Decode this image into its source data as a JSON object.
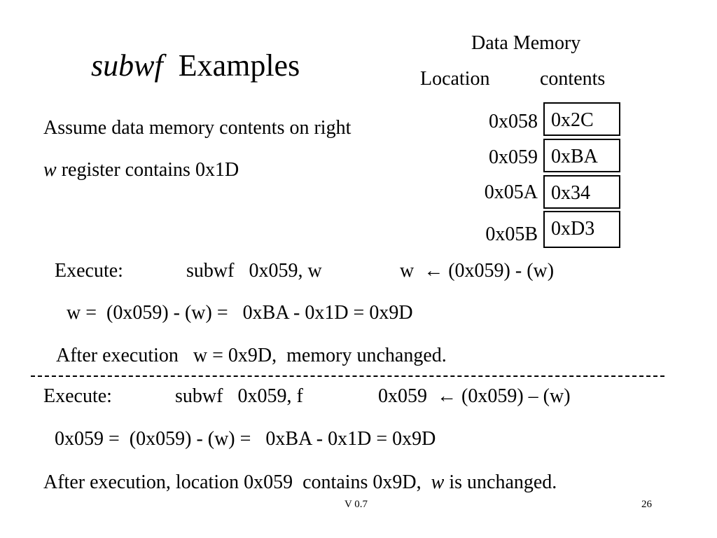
{
  "slide": {
    "title_keyword": "subwf",
    "title_rest": "Examples",
    "memory": {
      "heading": "Data Memory",
      "col_location": "Location",
      "col_contents": "contents",
      "rows": [
        {
          "address": "0x058",
          "value": "0x2C"
        },
        {
          "address": "0x059",
          "value": "0xBA"
        },
        {
          "address": "0x05A",
          "value": "0x34"
        },
        {
          "address": "0x05B",
          "value": "0xD3"
        }
      ]
    },
    "assume_line": "Assume data memory contents on right",
    "w_reg_var": "w",
    "w_reg_rest": "register contains 0x1D",
    "ex1": {
      "execute_label": "Execute:",
      "instruction": "subwf   0x059, w",
      "effect": "w  ← (0x059) - (w)",
      "calc": "w =  (0x059) - (w) =   0xBA - 0x1D = 0x9D",
      "after": "After execution   w = 0x9D,  memory unchanged."
    },
    "ex2": {
      "execute_label": "Execute:",
      "instruction": "subwf   0x059, f",
      "effect": "0x059  ← (0x059) – (w)",
      "calc": "0x059 =  (0x059) - (w) =   0xBA - 0x1D = 0x9D",
      "after_start": "After execution, location 0x059  contains 0x9D,",
      "after_var": "w",
      "after_end": "is unchanged."
    },
    "footer": {
      "version": "V 0.7",
      "page": "26"
    }
  }
}
